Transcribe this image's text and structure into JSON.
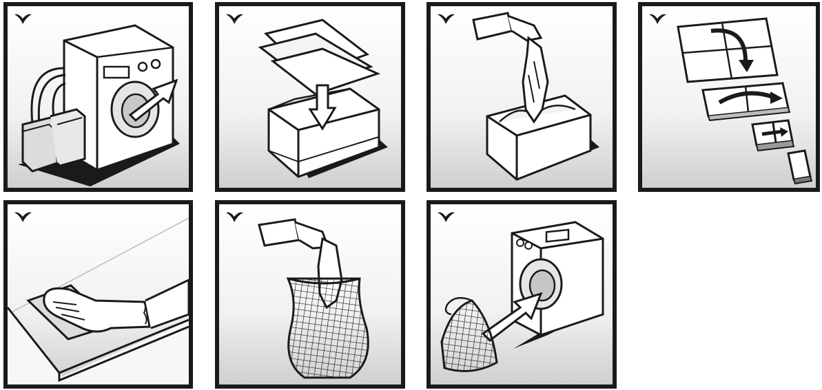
{
  "panels": [
    {
      "id": "p1",
      "icon": "washing-machine-with-detergent-icon"
    },
    {
      "id": "p2",
      "icon": "fold-into-box-icon"
    },
    {
      "id": "p3",
      "icon": "cloth-into-box-icon"
    },
    {
      "id": "p4",
      "icon": "folding-steps-icon"
    },
    {
      "id": "p5",
      "icon": "wipe-surface-icon"
    },
    {
      "id": "p6",
      "icon": "cloth-into-mesh-bag-icon"
    },
    {
      "id": "p7",
      "icon": "mesh-bag-into-washer-icon"
    }
  ],
  "colors": {
    "border": "#1a1a1a",
    "check": "#1a1a1a",
    "panel_bg_top": "#ffffff",
    "panel_bg_bottom": "#d6d6d6"
  }
}
